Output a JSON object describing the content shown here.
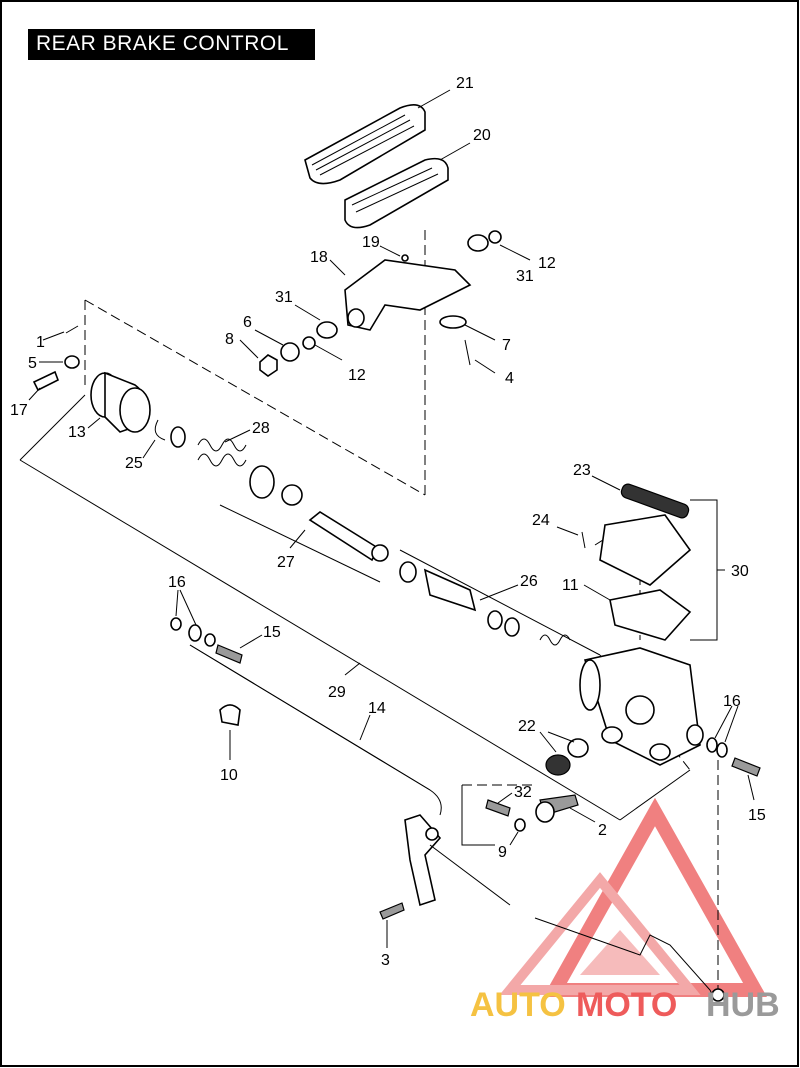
{
  "title": "REAR BRAKE CONTROL",
  "callouts": {
    "c1": "1",
    "c2": "2",
    "c3": "3",
    "c4": "4",
    "c5": "5",
    "c6": "6",
    "c7": "7",
    "c8": "8",
    "c9": "9",
    "c10": "10",
    "c11": "11",
    "c12a": "12",
    "c12b": "12",
    "c13": "13",
    "c14": "14",
    "c15a": "15",
    "c15b": "15",
    "c16a": "16",
    "c16b": "16",
    "c17": "17",
    "c18": "18",
    "c19": "19",
    "c20": "20",
    "c21": "21",
    "c22": "22",
    "c23": "23",
    "c24": "24",
    "c25": "25",
    "c26": "26",
    "c27": "27",
    "c28": "28",
    "c29": "29",
    "c30": "30",
    "c31a": "31",
    "c31b": "31",
    "c32": "32"
  },
  "watermark": {
    "text_part1": "AUTO",
    "text_part2": "MOTO",
    "text_part3": "HUB",
    "color_part1": "#f5c242",
    "color_part2": "#ee5b5b",
    "color_part3": "#9a9a9a"
  }
}
